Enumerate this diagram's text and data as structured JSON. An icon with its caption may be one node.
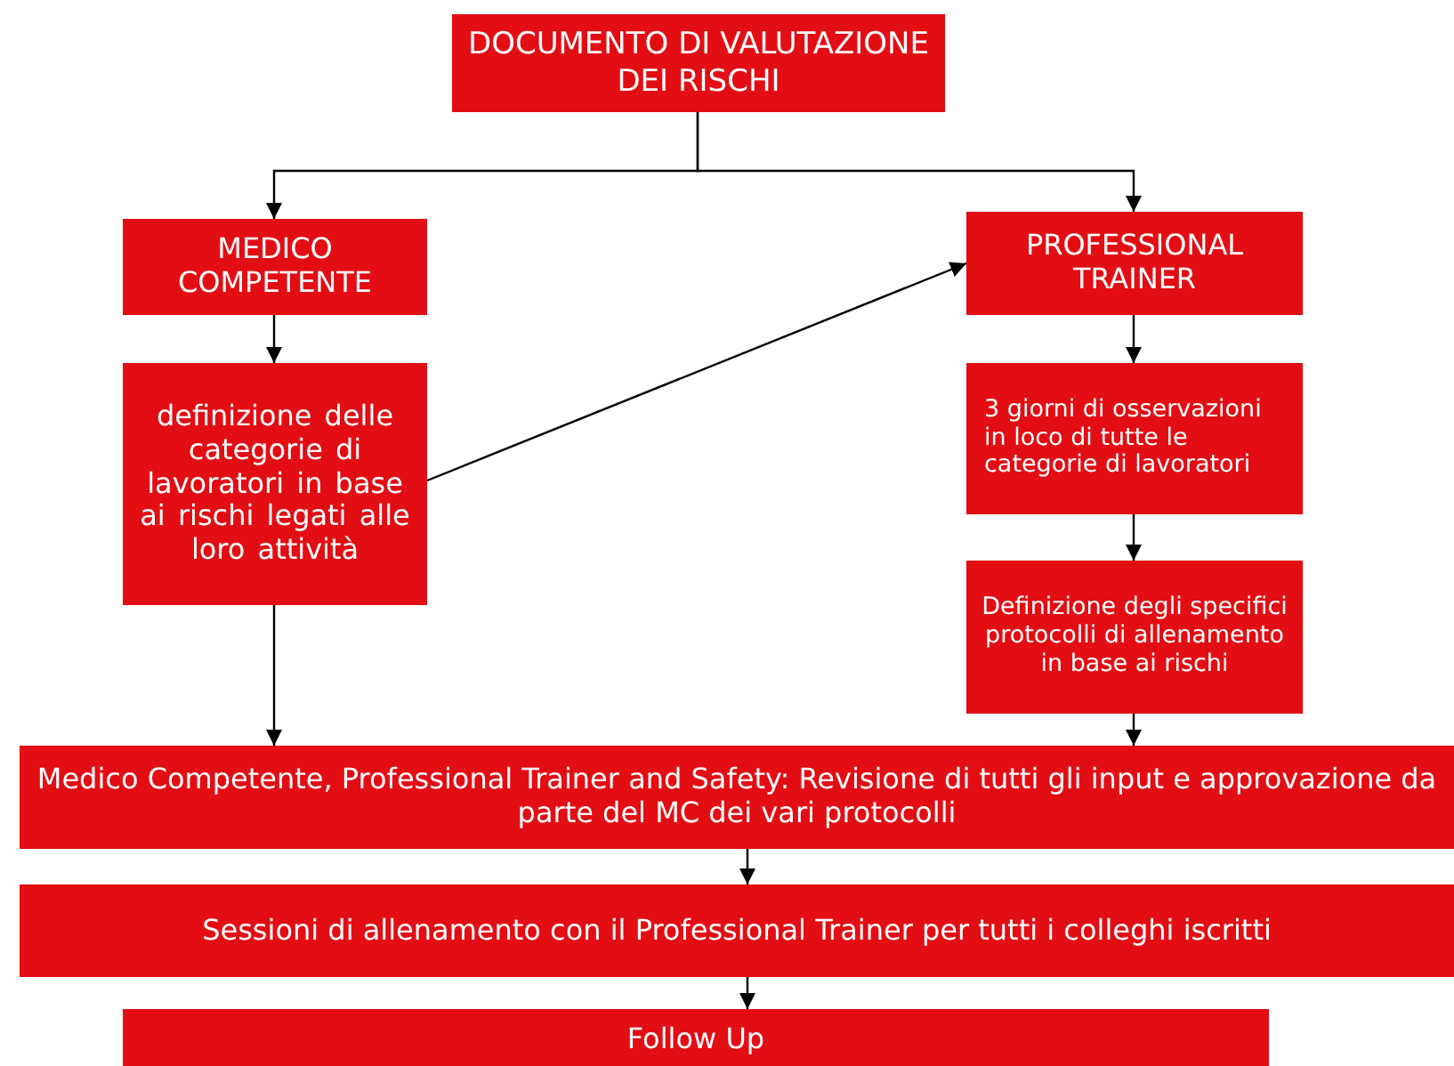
{
  "diagram": {
    "nodes": [
      {
        "text": [
          "DOCUMENTO DI VALUTAZIONE DEI RISCHI"
        ]
      },
      {
        "text": [
          "MEDICO COMPETENTE"
        ]
      },
      {
        "text": [
          "PROFESSIONAL TRAINER"
        ]
      },
      {
        "text": [
          "definizione delle categorie di lavoratori in base ai rischi legati alle loro attività"
        ]
      },
      {
        "text": [
          "3 giorni di osservazioni in loco di tutte le categorie di lavoratori"
        ]
      },
      {
        "text": [
          "Definizione degli specifici protocolli di allenamento in base ai rischi"
        ]
      },
      {
        "text": [
          "Medico Competente, Professional Trainer and Safety: Revisione di tutti gli input e approvazione da parte del MC dei vari protocolli"
        ]
      },
      {
        "text": [
          "Sessioni di allenamento con il Professional Trainer per tutti i colleghi iscritti"
        ]
      },
      {
        "text": [
          "Follow Up"
        ]
      }
    ],
    "edges": [
      {
        "from": 0,
        "to": 1,
        "arrow": "to"
      },
      {
        "from": 0,
        "to": 2,
        "arrow": "to"
      },
      {
        "from": 1,
        "to": 3,
        "arrow": "to"
      },
      {
        "from": 3,
        "to": 2,
        "arrow": "to"
      },
      {
        "from": 2,
        "to": 4,
        "arrow": "to"
      },
      {
        "from": 4,
        "to": 5,
        "arrow": "to"
      },
      {
        "from": 3,
        "to": 6,
        "arrow": "to"
      },
      {
        "from": 5,
        "to": 6,
        "arrow": "to"
      },
      {
        "from": 6,
        "to": 7,
        "arrow": "to"
      },
      {
        "from": 7,
        "to": 8,
        "arrow": "to"
      }
    ]
  }
}
